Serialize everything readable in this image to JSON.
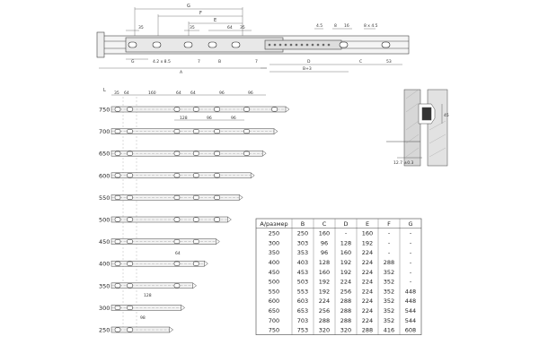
{
  "top_drawing": {
    "dims": {
      "G": "G",
      "F": "F",
      "E": "E",
      "d35a": "35",
      "d35b": "35",
      "d64": "64",
      "d35c": "35",
      "d45": "4.5",
      "d8": "8",
      "d16": "16",
      "d8x45": "8 x 4.5",
      "G_low": "G",
      "hole": "4.2 x 8.5",
      "d7a": "7",
      "B_low": "B",
      "d7b": "7",
      "A": "A",
      "D": "D",
      "C": "C",
      "d53": "53",
      "B3": "B+3"
    }
  },
  "grid": {
    "L_label": "L",
    "top_dims": [
      "35",
      "64",
      "160",
      "64",
      "64",
      "96",
      "96"
    ],
    "sub_dims": [
      "128",
      "96",
      "96"
    ],
    "rows": [
      {
        "label": "750",
        "length": 100
      },
      {
        "label": "700",
        "length": 93.3
      },
      {
        "label": "650",
        "length": 86.7
      },
      {
        "label": "600",
        "length": 80
      },
      {
        "label": "550",
        "length": 73.3
      },
      {
        "label": "500",
        "length": 66.7
      },
      {
        "label": "450",
        "length": 60
      },
      {
        "label": "400",
        "length": 53.3
      },
      {
        "label": "350",
        "length": 46.7
      },
      {
        "label": "300",
        "length": 40
      },
      {
        "label": "250",
        "length": 33.3
      }
    ],
    "inline_dims": {
      "r400": "64",
      "r300": "128",
      "r250": "98"
    }
  },
  "section_drawing": {
    "dim_top": "12.7 ±0.3",
    "dim_side": "45"
  },
  "table": {
    "headers": [
      "A/размер",
      "B",
      "C",
      "D",
      "E",
      "F",
      "G"
    ],
    "rows": [
      [
        "250",
        "250",
        "160",
        "-",
        "160",
        "-",
        "-"
      ],
      [
        "300",
        "303",
        "96",
        "128",
        "192",
        "-",
        "-"
      ],
      [
        "350",
        "353",
        "96",
        "160",
        "224",
        "-",
        "-"
      ],
      [
        "400",
        "403",
        "128",
        "192",
        "224",
        "288",
        "-"
      ],
      [
        "450",
        "453",
        "160",
        "192",
        "224",
        "352",
        "-"
      ],
      [
        "500",
        "503",
        "192",
        "224",
        "224",
        "352",
        "-"
      ],
      [
        "550",
        "553",
        "192",
        "256",
        "224",
        "352",
        "448"
      ],
      [
        "600",
        "603",
        "224",
        "288",
        "224",
        "352",
        "448"
      ],
      [
        "650",
        "653",
        "256",
        "288",
        "224",
        "352",
        "544"
      ],
      [
        "700",
        "703",
        "288",
        "288",
        "224",
        "352",
        "544"
      ],
      [
        "750",
        "753",
        "320",
        "320",
        "288",
        "416",
        "608"
      ]
    ]
  }
}
